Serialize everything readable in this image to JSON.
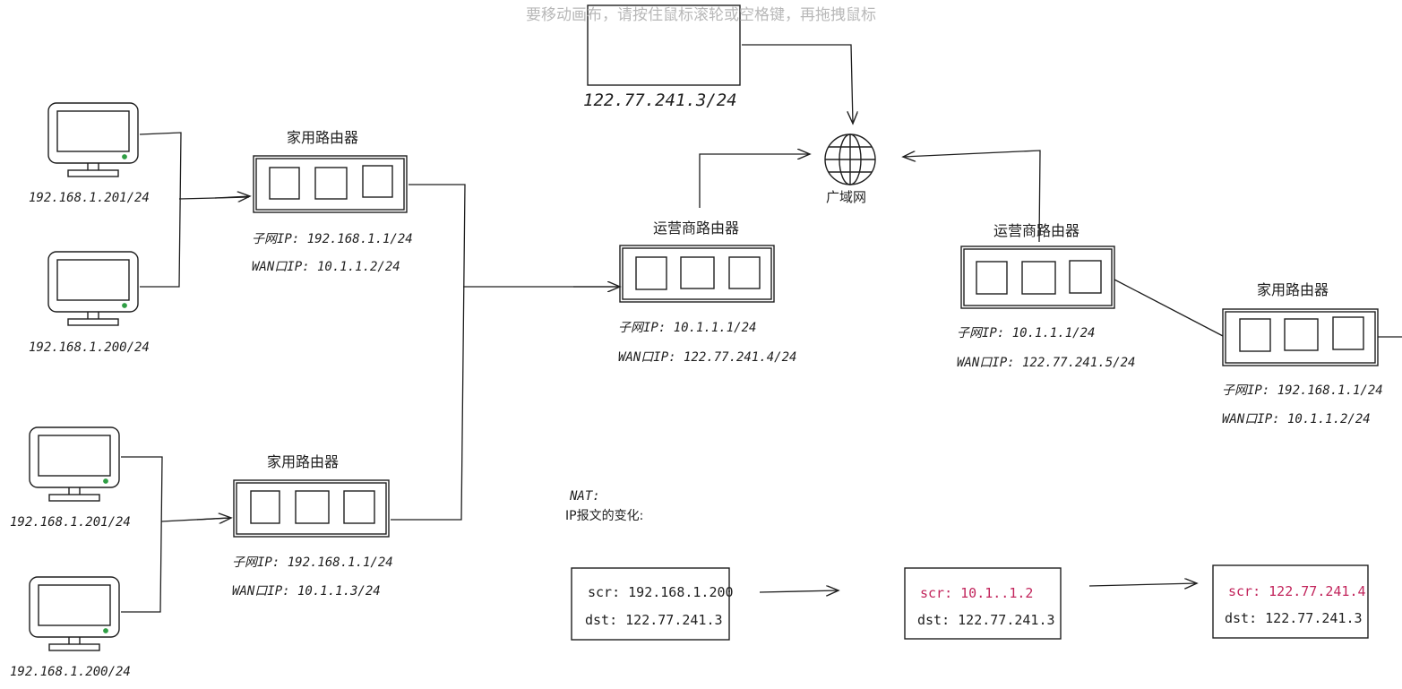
{
  "hint": "要移动画布，请按住鼠标滚轮或空格键，再拖拽鼠标",
  "server": {
    "ip": "122.77.241.3/24"
  },
  "wan": {
    "label": "广域网"
  },
  "left_top": {
    "pc1_ip": "192.168.1.201/24",
    "pc2_ip": "192.168.1.200/24",
    "router_title": "家用路由器",
    "subnet_ip": "子网IP:  192.168.1.1/24",
    "wan_ip": "WAN口IP: 10.1.1.2/24"
  },
  "left_bottom": {
    "pc1_ip": "192.168.1.201/24",
    "pc2_ip": "192.168.1.200/24",
    "router_title": "家用路由器",
    "subnet_ip": "子网IP:  192.168.1.1/24",
    "wan_ip": "WAN口IP: 10.1.1.3/24"
  },
  "isp_left": {
    "title": "运营商路由器",
    "subnet_ip": "子网IP:  10.1.1.1/24",
    "wan_ip": "WAN口IP: 122.77.241.4/24"
  },
  "isp_right": {
    "title": "运营商路由器",
    "subnet_ip": "子网IP:  10.1.1.1/24",
    "wan_ip": "WAN口IP: 122.77.241.5/24"
  },
  "home_right": {
    "title": "家用路由器",
    "subnet_ip": "子网IP:  192.168.1.1/24",
    "wan_ip": "WAN口IP: 10.1.1.2/24"
  },
  "nat": {
    "title": "NAT:",
    "subtitle": "IP报文的变化:",
    "packets": [
      {
        "src": "scr: 192.168.1.200",
        "dst": "dst: 122.77.241.3"
      },
      {
        "src": "scr: 10.1..1.2",
        "dst": "dst: 122.77.241.3"
      },
      {
        "src": "scr: 122.77.241.4",
        "dst": "dst: 122.77.241.3"
      }
    ]
  },
  "colors": {
    "ink": "#1e1e1e",
    "hint": "#b8b8b8",
    "changed": "#c2255c",
    "screen_dot": "#2f9e44"
  }
}
